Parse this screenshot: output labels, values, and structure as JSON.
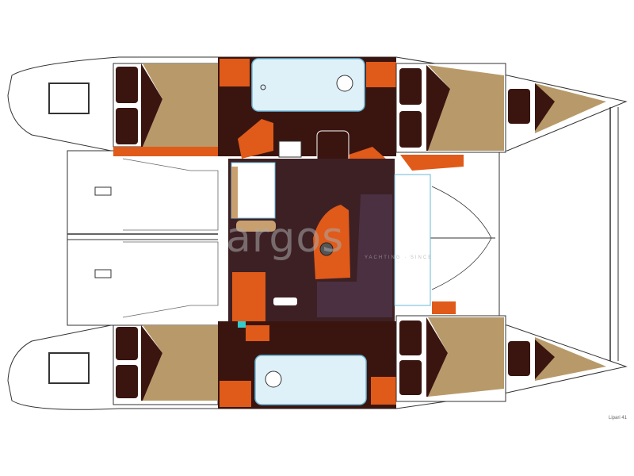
{
  "diagram": {
    "type": "boat-layout",
    "title": "Lipari 41",
    "view": "top-down deck plan",
    "hulls": [
      "port",
      "starboard"
    ],
    "cabins": [
      {
        "id": "aft-port-upper",
        "berth": "double"
      },
      {
        "id": "fwd-port-upper",
        "berth": "double"
      },
      {
        "id": "bow-port-upper",
        "berth": "single"
      },
      {
        "id": "aft-port-lower",
        "berth": "double"
      },
      {
        "id": "fwd-port-lower",
        "berth": "double"
      },
      {
        "id": "bow-port-lower",
        "berth": "single"
      }
    ],
    "heads": 2,
    "saloon": {
      "table": "orange dinette",
      "galley": true
    }
  },
  "watermark": {
    "text": "argos",
    "subtext": "YACHTING · SINCE"
  },
  "model_label": "Lipari 41",
  "colors": {
    "berth": "#b89a6a",
    "dark_wood": "#3a1510",
    "accent_orange": "#e05a1a",
    "head_blue": "#dff1f8",
    "line": "#333333",
    "saloon_floor": "#3d2024"
  }
}
